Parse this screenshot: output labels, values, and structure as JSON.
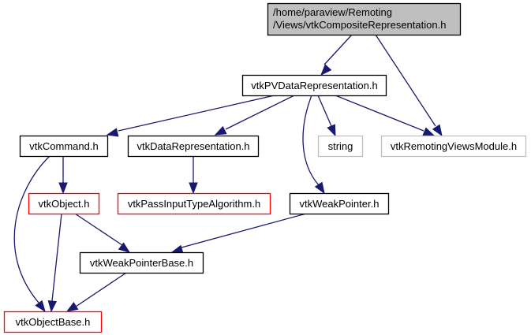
{
  "colors": {
    "edge": "#191970",
    "root_fill": "#bfbfbf",
    "root_border": "#000000",
    "normal_border": "#000000",
    "missing_border": "#bfbfbf",
    "red_border": "#ff0000",
    "text": "#000000"
  },
  "nodes": [
    {
      "id": "root",
      "lines": [
        "/home/paraview/Remoting",
        "/Views/vtkCompositeRepresentation.h"
      ],
      "style": "root"
    },
    {
      "id": "pvdatarep",
      "lines": [
        "vtkPVDataRepresentation.h"
      ],
      "style": "normal"
    },
    {
      "id": "command",
      "lines": [
        "vtkCommand.h"
      ],
      "style": "normal"
    },
    {
      "id": "datarep",
      "lines": [
        "vtkDataRepresentation.h"
      ],
      "style": "normal"
    },
    {
      "id": "string",
      "lines": [
        "string"
      ],
      "style": "missing"
    },
    {
      "id": "module",
      "lines": [
        "vtkRemotingViewsModule.h"
      ],
      "style": "missing"
    },
    {
      "id": "object",
      "lines": [
        "vtkObject.h"
      ],
      "style": "red"
    },
    {
      "id": "passinput",
      "lines": [
        "vtkPassInputTypeAlgorithm.h"
      ],
      "style": "red"
    },
    {
      "id": "weakptr",
      "lines": [
        "vtkWeakPointer.h"
      ],
      "style": "normal"
    },
    {
      "id": "weakptrbase",
      "lines": [
        "vtkWeakPointerBase.h"
      ],
      "style": "normal"
    },
    {
      "id": "objectbase",
      "lines": [
        "vtkObjectBase.h"
      ],
      "style": "red"
    }
  ],
  "edges": [
    {
      "from": "root",
      "to": "pvdatarep"
    },
    {
      "from": "root",
      "to": "module"
    },
    {
      "from": "pvdatarep",
      "to": "command"
    },
    {
      "from": "pvdatarep",
      "to": "datarep"
    },
    {
      "from": "pvdatarep",
      "to": "weakptr"
    },
    {
      "from": "pvdatarep",
      "to": "string"
    },
    {
      "from": "pvdatarep",
      "to": "module"
    },
    {
      "from": "command",
      "to": "object"
    },
    {
      "from": "command",
      "to": "objectbase"
    },
    {
      "from": "datarep",
      "to": "passinput"
    },
    {
      "from": "object",
      "to": "objectbase"
    },
    {
      "from": "object",
      "to": "weakptrbase"
    },
    {
      "from": "weakptr",
      "to": "weakptrbase"
    },
    {
      "from": "weakptrbase",
      "to": "objectbase"
    }
  ]
}
